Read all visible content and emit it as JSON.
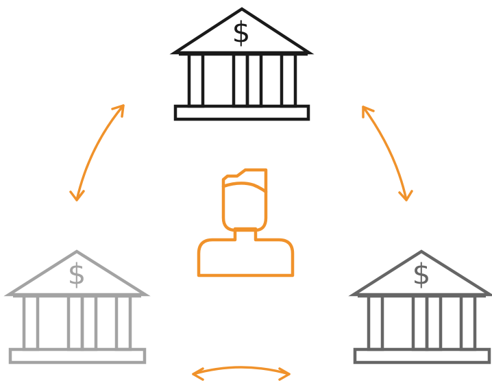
{
  "diagram": {
    "colors": {
      "accent": "#F0922B",
      "bank_primary": "#1A1A1A",
      "bank_left": "#A3A3A3",
      "bank_right": "#666666",
      "background": "#FFFFFF"
    },
    "banks": [
      {
        "id": "top",
        "symbol": "$",
        "icon": "bank-icon",
        "color_key": "bank_primary"
      },
      {
        "id": "left",
        "symbol": "$",
        "icon": "bank-icon",
        "color_key": "bank_left"
      },
      {
        "id": "right",
        "symbol": "$",
        "icon": "bank-icon",
        "color_key": "bank_right"
      }
    ],
    "person": {
      "icon": "person-icon",
      "color_key": "accent"
    },
    "connectors": [
      {
        "id": "top-left",
        "from": "top",
        "to": "left",
        "direction": "bidirectional"
      },
      {
        "id": "top-right",
        "from": "top",
        "to": "right",
        "direction": "bidirectional"
      },
      {
        "id": "left-right",
        "from": "left",
        "to": "right",
        "direction": "bidirectional"
      }
    ]
  }
}
